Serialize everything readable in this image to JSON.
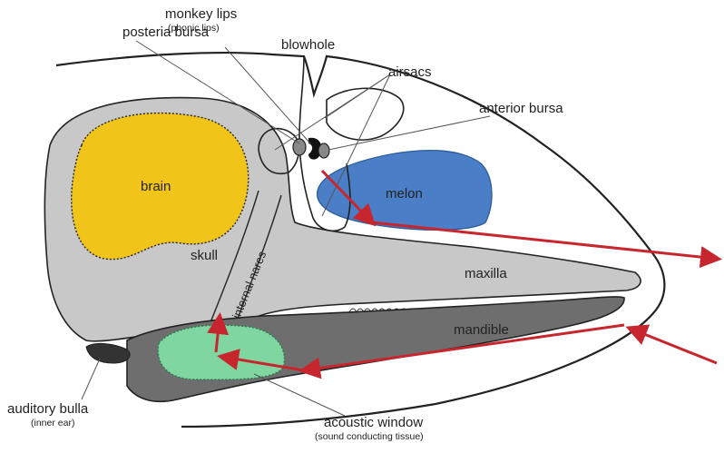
{
  "labels": {
    "monkey_lips": "monkey lips",
    "monkey_lips_sub": "(phonic lips)",
    "posteria_bursa": "posteria bursa",
    "blowhole": "blowhole",
    "airsacs": "airsacs",
    "anterior_bursa": "anterior bursa",
    "brain": "brain",
    "melon": "melon",
    "skull": "skull",
    "internal_nares": "internal nares",
    "maxilla": "maxilla",
    "mandible": "mandible",
    "auditory_bulla": "auditory bulla",
    "auditory_bulla_sub": "(inner ear)",
    "acoustic_window": "acoustic window",
    "acoustic_window_sub": "(sound conducting tissue)"
  },
  "colors": {
    "brain": "#f0c419",
    "melon": "#4a7fc8",
    "skull": "#c8c8c8",
    "mandible": "#6e6e6e",
    "acoustic_window": "#7fd6a0",
    "arrow": "#c8262e",
    "outline": "#222222"
  }
}
